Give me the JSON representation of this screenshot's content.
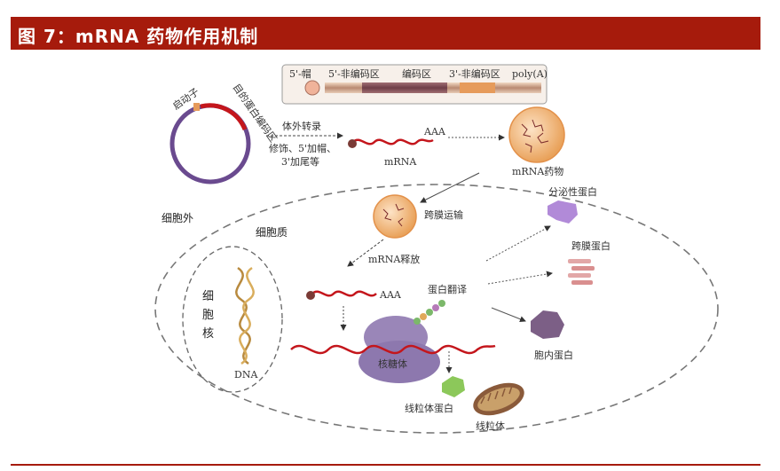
{
  "header": {
    "title": "图 7：mRNA 药物作用机制"
  },
  "colors": {
    "header_bg": "#a61b0c",
    "rna_red": "#c4161c",
    "ribosome": "#9a86b8",
    "plasmid": "#6a4a8f"
  },
  "structure": {
    "cap": "5'-帽",
    "utr5": "5'-非编码区",
    "coding": "编码区",
    "utr3": "3'-非编码区",
    "polyA": "poly(A)"
  },
  "plasmid": {
    "promoter": "启动子",
    "target": "目的蛋白编码区"
  },
  "steps": {
    "ivt": "体外转录",
    "modify1": "修饰、5'加帽、",
    "modify2": "3'加尾等",
    "mrna": "mRNA",
    "drug": "mRNA药物",
    "membrane": "跨膜运输",
    "release": "mRNA释放",
    "translation": "蛋白翻译",
    "aaa1": "AAA",
    "aaa2": "AAA"
  },
  "regions": {
    "extracellular": "细胞外",
    "cytoplasm": "细胞质",
    "nucleus": [
      "细",
      "胞",
      "核"
    ],
    "dna": "DNA",
    "ribosome": "核糖体"
  },
  "proteins": {
    "secreted": "分泌性蛋白",
    "transmembrane": "跨膜蛋白",
    "intracellular": "胞内蛋白",
    "mito_protein": "线粒体蛋白",
    "mitochondrion": "线粒体"
  }
}
